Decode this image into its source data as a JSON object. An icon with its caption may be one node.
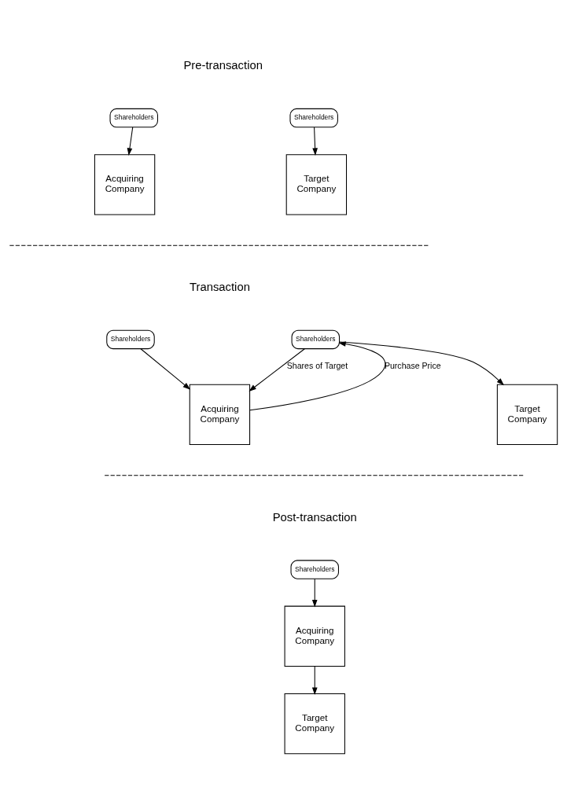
{
  "diagram": {
    "nodes": [
      {
        "text": [
          "Shareholders"
        ]
      },
      {
        "text": [
          "Acquiring Company"
        ]
      },
      {
        "text": [
          "Shareholders"
        ]
      },
      {
        "text": [
          "Target Company"
        ]
      },
      {
        "text": [
          "Shareholders"
        ]
      },
      {
        "text": [
          "Acquiring Company"
        ]
      },
      {
        "text": [
          "Shareholders"
        ]
      },
      {
        "text": [
          "Target Company"
        ]
      },
      {
        "text": [
          "Shareholders"
        ]
      },
      {
        "text": [
          "Acquiring Company"
        ]
      },
      {
        "text": [
          "Target Company"
        ]
      }
    ],
    "edges": [
      {
        "from": 0,
        "to": 1,
        "arrow": "to"
      },
      {
        "from": 2,
        "to": 3,
        "arrow": "to"
      },
      {
        "from": 4,
        "to": 5,
        "arrow": "to"
      },
      {
        "from": 5,
        "to": 6,
        "arrow": "to",
        "label": "Purchase Price"
      },
      {
        "from": 6,
        "to": 5,
        "arrow": "to",
        "label": "Shares of Target"
      },
      {
        "from": 6,
        "to": 7,
        "arrow": "to"
      },
      {
        "from": 8,
        "to": 9,
        "arrow": "to"
      },
      {
        "from": 9,
        "to": 10,
        "arrow": "to"
      }
    ],
    "labels": [
      "Pre-transaction",
      "Transaction",
      "Post-transaction"
    ]
  }
}
